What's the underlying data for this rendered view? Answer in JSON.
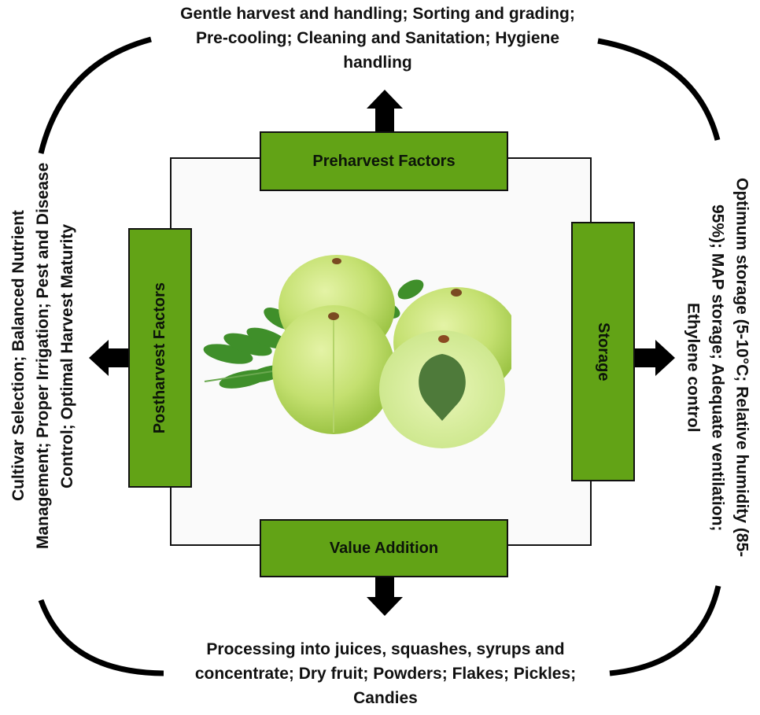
{
  "colors": {
    "box_fill": "#62a316",
    "box_border": "#111111",
    "frame_fill": "#fafafa",
    "arrow": "#000000",
    "fruit_light": "#d6ec8c",
    "fruit_mid": "#b5d95c",
    "leaf": "#3f8f2a",
    "seed": "#4e7a3a"
  },
  "center_image": {
    "label": "amla-fruits-illustration",
    "description": "Indian gooseberries (amla) with leaves and a halved fruit showing the seed"
  },
  "boxes": {
    "top": "Preharvest Factors",
    "left": "Postharvest Factors",
    "right": "Storage",
    "bottom": "Value Addition"
  },
  "outer_text": {
    "top": [
      "Gentle harvest and handling; Sorting and grading;",
      "Pre-cooling; Cleaning and Sanitation; Hygiene",
      "handling"
    ],
    "left": [
      "Cultivar Selection; Balanced Nutrient",
      "Management; Proper Irrigation; Pest and Disease",
      "Control; Optimal Harvest Maturity"
    ],
    "right": [
      "Optimum storage (5-10°C; Relative humidity (85-",
      "95%); MAP storage; Adequate ventilation;",
      "Ethylene control"
    ],
    "bottom": [
      "Processing into juices, squashes, syrups and",
      "concentrate; Dry fruit; Powders; Flakes; Pickles;",
      "Candies"
    ]
  },
  "arrows": [
    "up",
    "left",
    "right",
    "down"
  ]
}
